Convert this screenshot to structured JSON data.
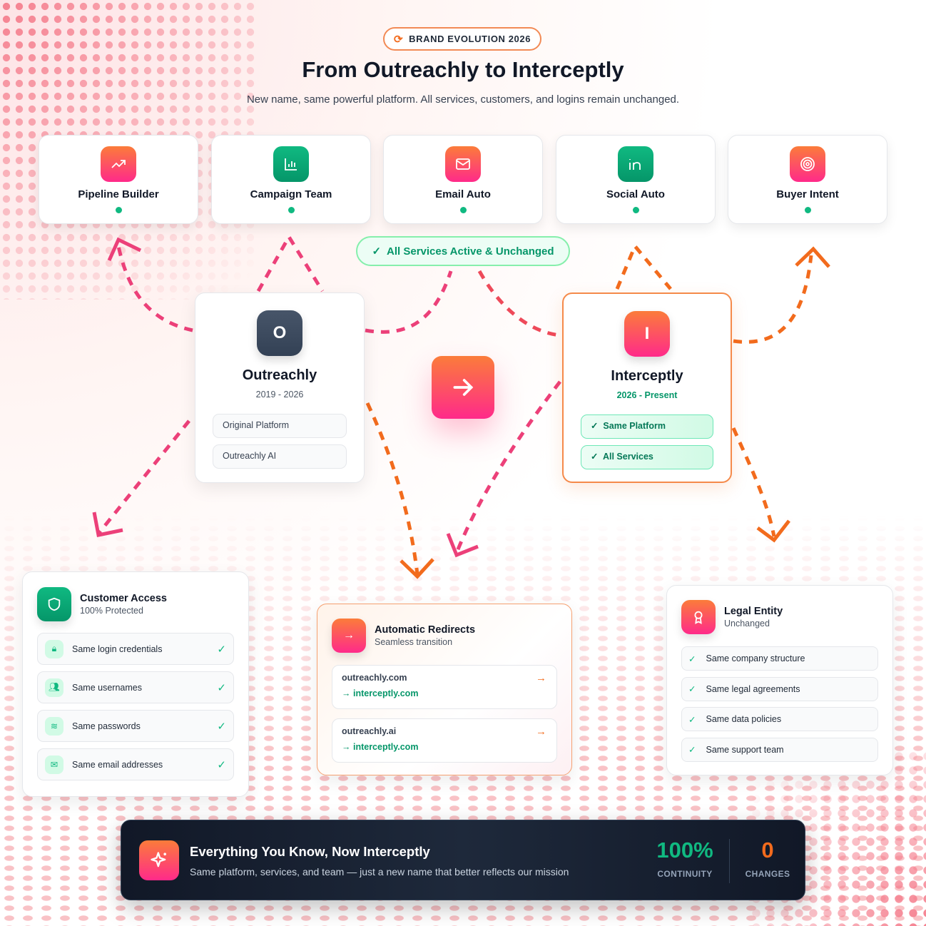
{
  "header": {
    "badge": "BRAND EVOLUTION 2026",
    "badge_icon": "refresh-icon",
    "title": "From Outreachly to Interceptly",
    "subtitle": "New name, same powerful platform. All services, customers, and logins remain unchanged."
  },
  "services": [
    {
      "label": "Pipeline Builder",
      "icon": "trending-up-icon",
      "status": "active"
    },
    {
      "label": "Campaign Team",
      "icon": "bar-chart-icon",
      "status": "active"
    },
    {
      "label": "Email Auto",
      "icon": "mail-icon",
      "status": "active"
    },
    {
      "label": "Social Auto",
      "icon": "linkedin-icon",
      "status": "active"
    },
    {
      "label": "Buyer Intent",
      "icon": "target-icon",
      "status": "active"
    }
  ],
  "status_pill": "All Services Active & Unchanged",
  "old_brand": {
    "letter": "O",
    "name": "Outreachly",
    "years": "2019 - 2026",
    "tags": [
      "Original Platform",
      "Outreachly AI"
    ]
  },
  "new_brand": {
    "letter": "I",
    "name": "Interceptly",
    "years": "2026 - Present",
    "tags": [
      "Same Platform",
      "All Services"
    ]
  },
  "customer_access": {
    "title": "Customer Access",
    "subtitle": "100% Protected",
    "items": [
      "Same login credentials",
      "Same usernames",
      "Same passwords",
      "Same email addresses"
    ]
  },
  "redirects": {
    "title": "Automatic Redirects",
    "subtitle": "Seamless transition",
    "items": [
      {
        "from": "outreachly.com",
        "to": "→ interceptly.com"
      },
      {
        "from": "outreachly.ai",
        "to": "→ interceptly.com"
      }
    ]
  },
  "legal": {
    "title": "Legal Entity",
    "subtitle": "Unchanged",
    "items": [
      "Same company structure",
      "Same legal agreements",
      "Same data policies",
      "Same support team"
    ]
  },
  "footer": {
    "title": "Everything You Know, Now Interceptly",
    "subtitle": "Same platform, services, and team — just a new name that better reflects our mission",
    "stats": [
      {
        "value": "100%",
        "label": "CONTINUITY"
      },
      {
        "value": "0",
        "label": "CHANGES"
      }
    ]
  },
  "colors": {
    "green": "#10b981",
    "orange": "#f26b1d",
    "pink": "#ff2a8a",
    "dark": "#111827"
  }
}
